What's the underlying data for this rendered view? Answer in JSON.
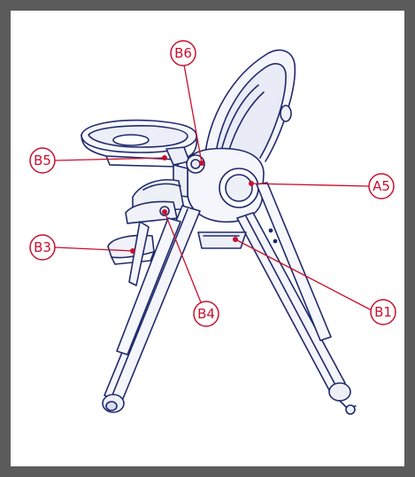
{
  "figure": {
    "accent_color": "#c8102e",
    "line_color": "#1f2a6b",
    "frame_color": "#5b5b5b"
  },
  "callouts": [
    {
      "id": "B6",
      "label": "B6"
    },
    {
      "id": "B5",
      "label": "B5"
    },
    {
      "id": "A5",
      "label": "A5"
    },
    {
      "id": "B3",
      "label": "B3"
    },
    {
      "id": "B4",
      "label": "B4"
    },
    {
      "id": "B1",
      "label": "B1"
    }
  ]
}
